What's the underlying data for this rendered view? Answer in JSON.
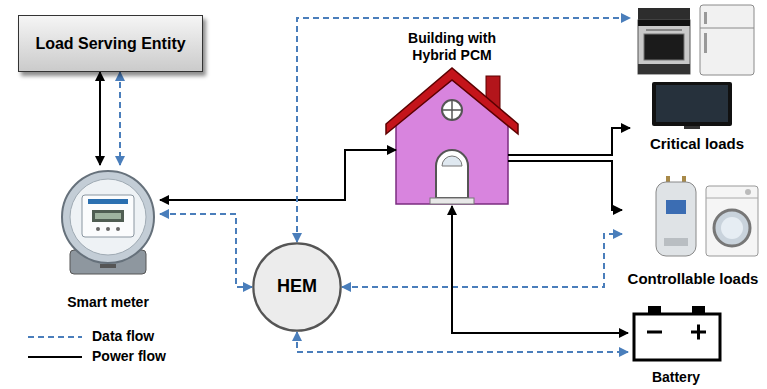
{
  "diagram": {
    "nodes": [
      {
        "text": [
          "Load Serving Entity"
        ]
      },
      {
        "text": [
          "Building with Hybrid PCM"
        ]
      },
      {
        "text": [
          "Critical loads"
        ]
      },
      {
        "text": [
          "Smart meter"
        ]
      },
      {
        "text": [
          "Controllable loads"
        ]
      },
      {
        "text": [
          "HEM"
        ]
      },
      {
        "text": [
          "Battery"
        ]
      }
    ],
    "edges": [
      {
        "from": 0,
        "to": 3,
        "arrow": "both"
      },
      {
        "from": 0,
        "to": 3,
        "arrow": "both"
      },
      {
        "from": 3,
        "to": 1,
        "arrow": "both"
      },
      {
        "from": 3,
        "to": 5,
        "arrow": "both"
      },
      {
        "from": 5,
        "to": 2,
        "arrow": "both"
      },
      {
        "from": 5,
        "to": 4,
        "arrow": "both"
      },
      {
        "from": 5,
        "to": 6,
        "arrow": "both"
      },
      {
        "from": 1,
        "to": 2,
        "arrow": "to"
      },
      {
        "from": 1,
        "to": 4,
        "arrow": "to"
      },
      {
        "from": 1,
        "to": 6,
        "arrow": "both"
      }
    ],
    "legend": [
      {
        "text": "Data flow"
      },
      {
        "text": "Power flow"
      }
    ]
  }
}
